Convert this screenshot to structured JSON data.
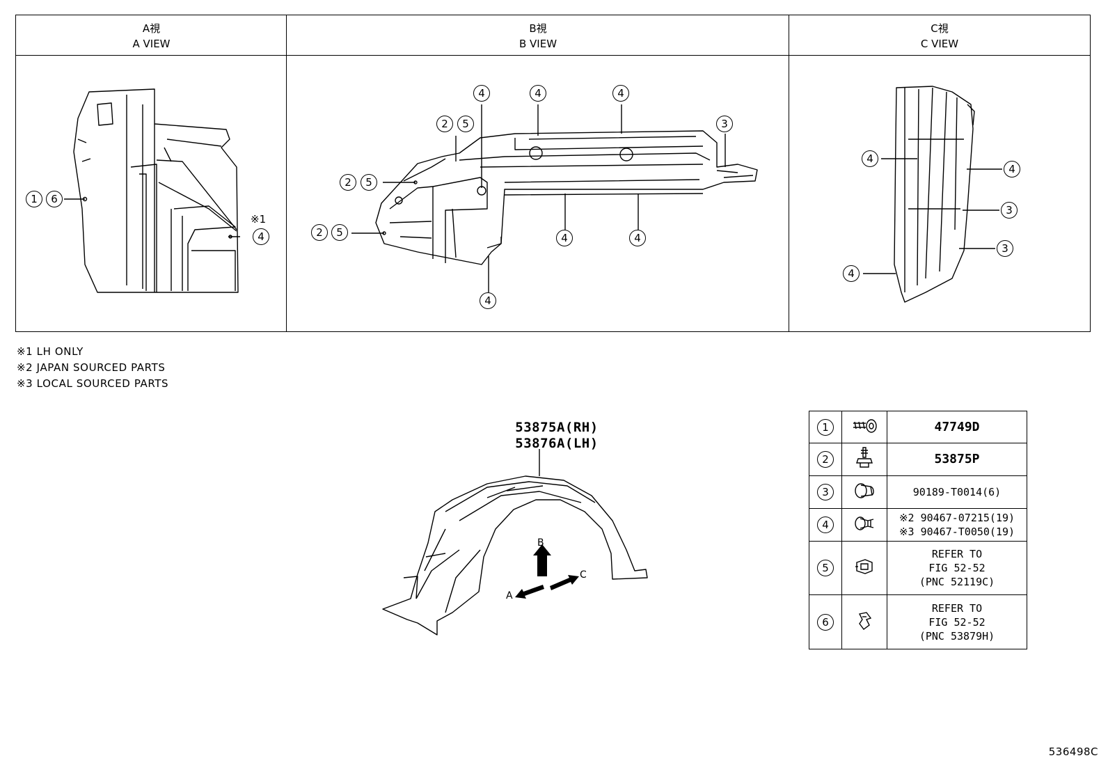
{
  "views": [
    {
      "jp": "A視",
      "en": "A VIEW"
    },
    {
      "jp": "B視",
      "en": "B VIEW"
    },
    {
      "jp": "C視",
      "en": "C VIEW"
    }
  ],
  "callouts": {
    "a": [
      "1",
      "6",
      "4",
      "※1"
    ],
    "b": [
      "2",
      "5",
      "4",
      "4",
      "4",
      "3",
      "2",
      "5",
      "2",
      "5",
      "4",
      "4",
      "4"
    ],
    "c": [
      "4",
      "4",
      "3",
      "3",
      "4"
    ]
  },
  "notes": [
    "※1 LH ONLY",
    "※2 JAPAN SOURCED PARTS",
    "※3 LOCAL SOURCED PARTS"
  ],
  "main_part": {
    "rh": "53875A(RH)",
    "lh": "53876A(LH)",
    "arrows": [
      "B",
      "C",
      "A"
    ]
  },
  "legend": [
    {
      "num": "1",
      "icon": "screw-grommet-icon",
      "lines": [
        "47749D"
      ],
      "big": true
    },
    {
      "num": "2",
      "icon": "bolt-icon",
      "lines": [
        "53875P"
      ],
      "big": true
    },
    {
      "num": "3",
      "icon": "clip-icon",
      "lines": [
        "90189-T0014(6)"
      ],
      "big": false
    },
    {
      "num": "4",
      "icon": "push-clip-icon",
      "lines": [
        "※2 90467-07215(19)",
        "※3 90467-T0050(19)"
      ],
      "big": false
    },
    {
      "num": "5",
      "icon": "nut-clip-icon",
      "lines": [
        "REFER TO",
        "FIG 52-52",
        "(PNC 52119C)"
      ],
      "big": false
    },
    {
      "num": "6",
      "icon": "retainer-icon",
      "lines": [
        "REFER TO",
        "FIG 52-52",
        "(PNC 53879H)"
      ],
      "big": false
    }
  ],
  "diagram_code": "536498C"
}
